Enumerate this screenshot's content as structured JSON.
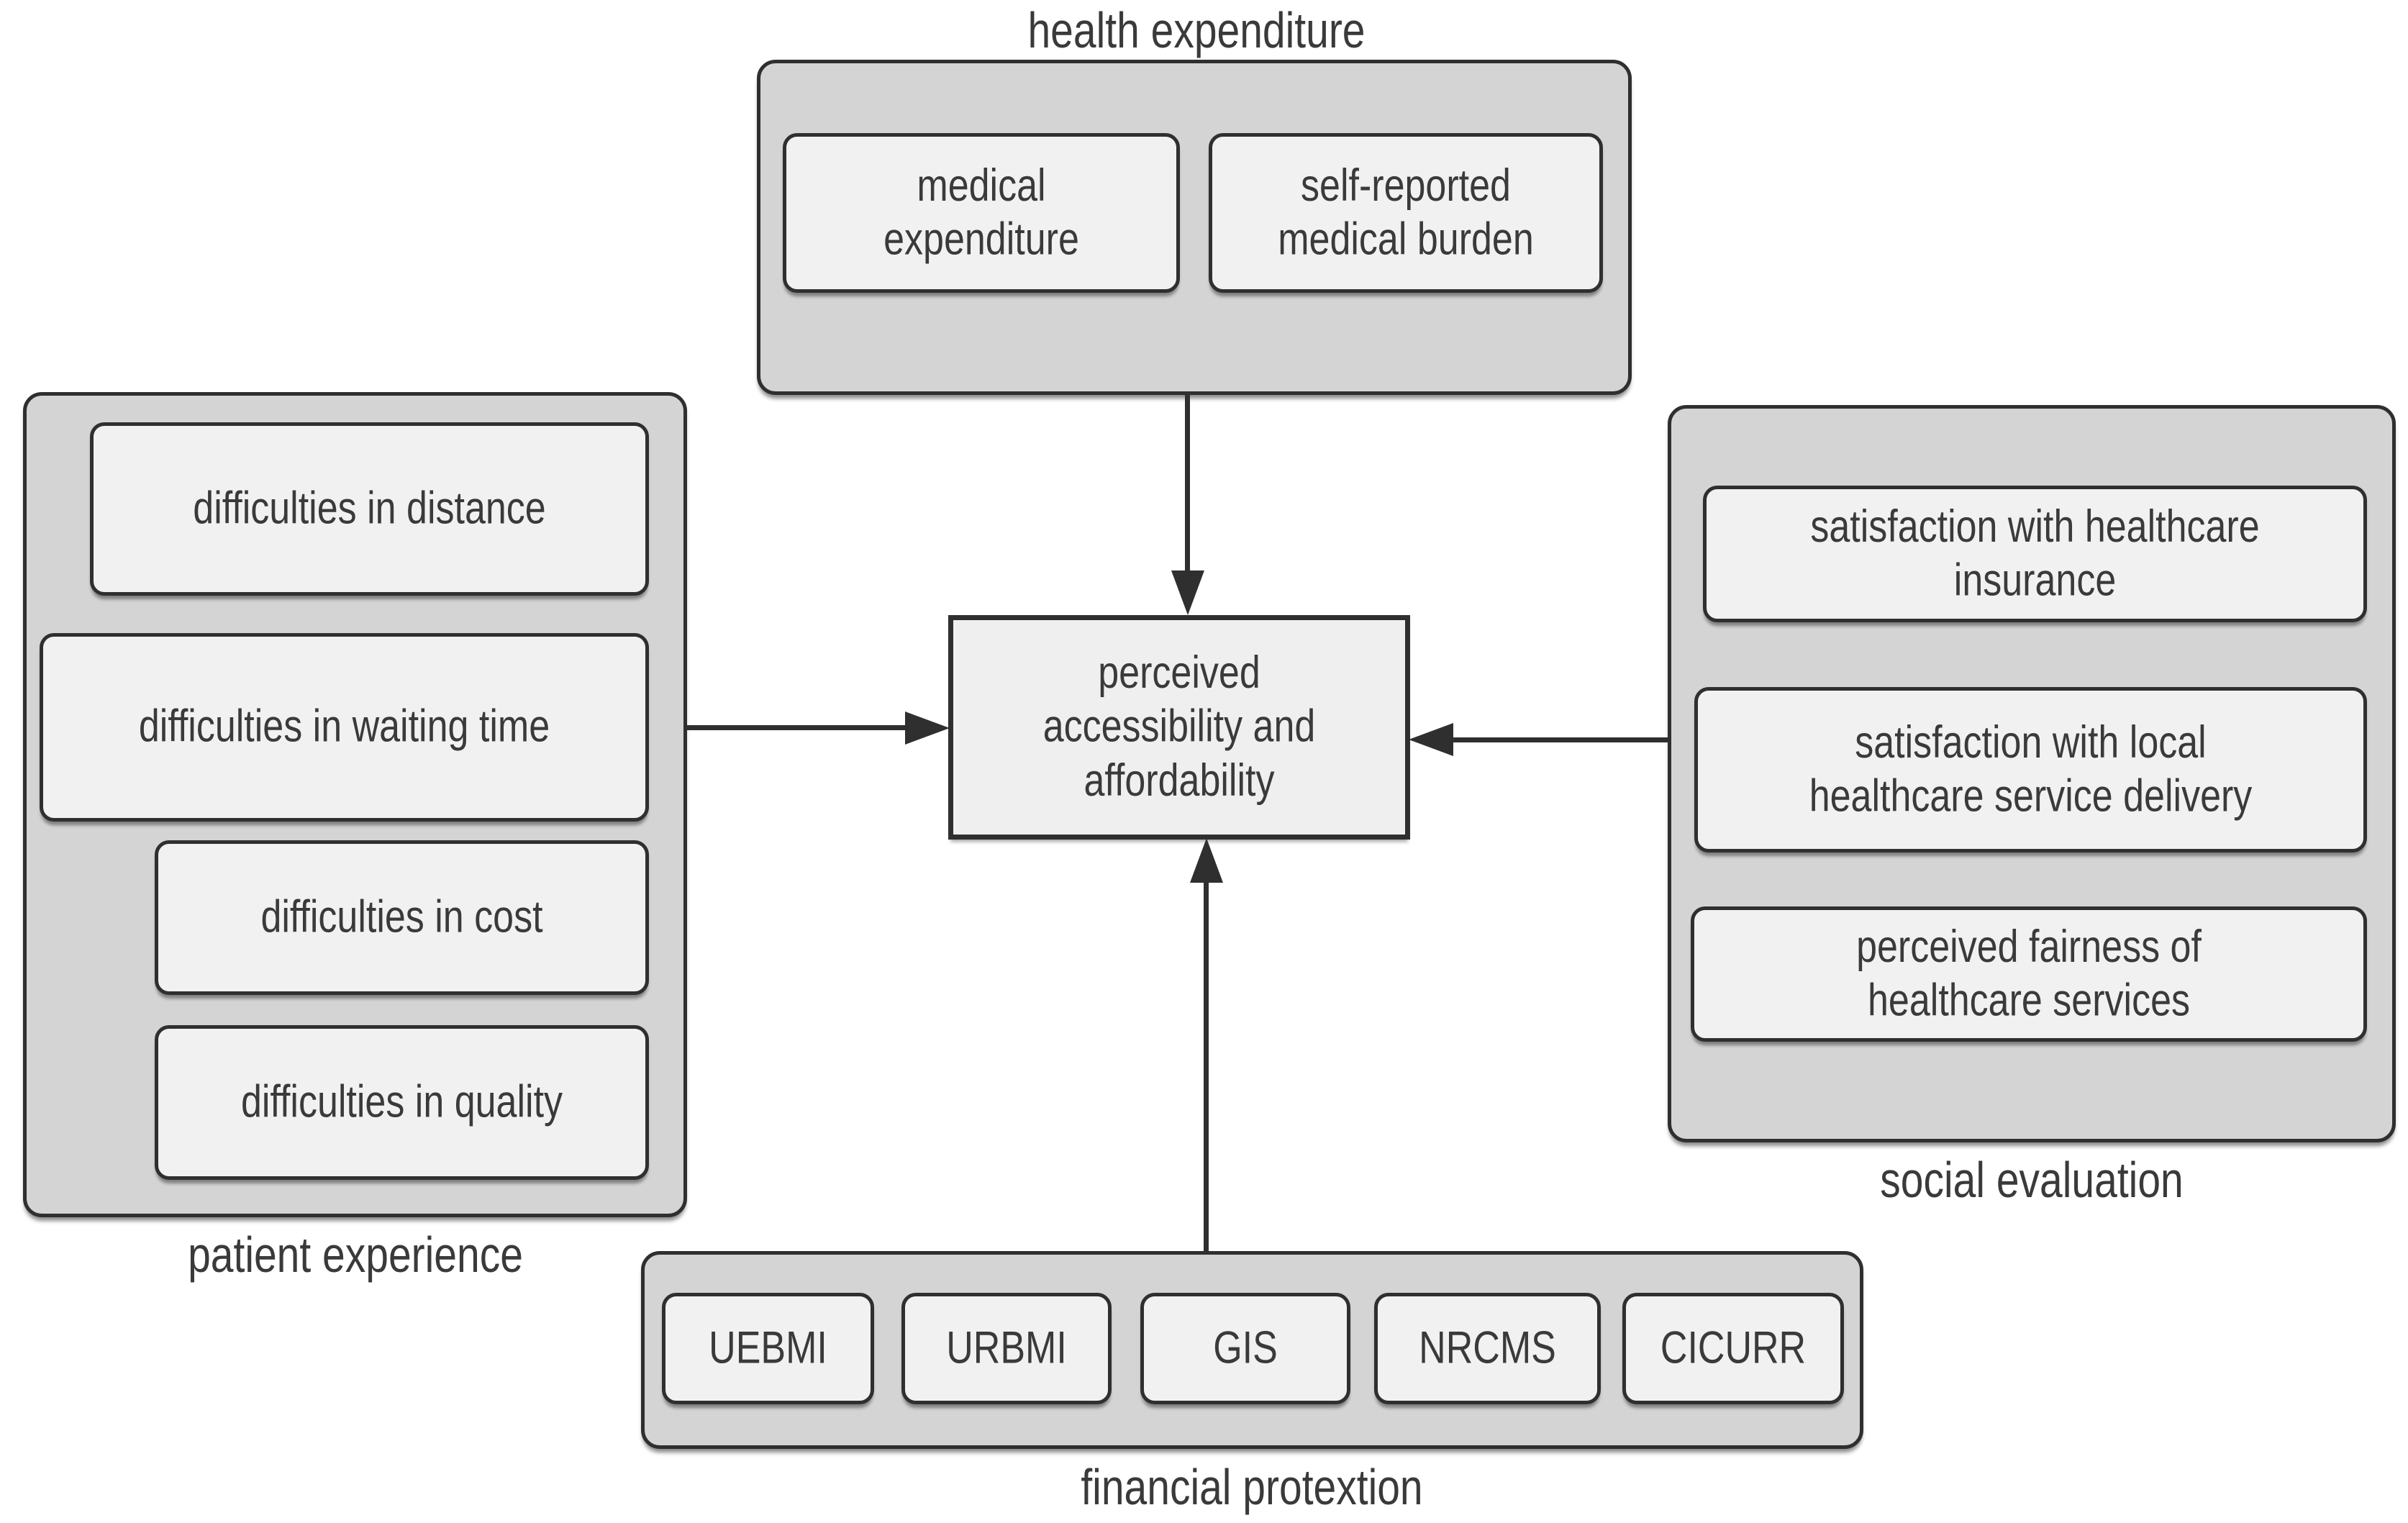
{
  "center": {
    "label": "perceived\naccessibility and\naffordability"
  },
  "groups": {
    "health_expenditure": {
      "label": "health expenditure",
      "items": [
        "medical\nexpenditure",
        "self-reported\nmedical burden"
      ]
    },
    "patient_experience": {
      "label": "patient experience",
      "items": [
        "difficulties in distance",
        "difficulties in waiting time",
        "difficulties in cost",
        "difficulties in quality"
      ]
    },
    "social_evaluation": {
      "label": "social evaluation",
      "items": [
        "satisfaction with healthcare\ninsurance",
        "satisfaction with local\nhealthcare service delivery",
        "perceived fairness of\nhealthcare services"
      ]
    },
    "financial_protection": {
      "label": "financial protextion",
      "items": [
        "UEBMI",
        "URBMI",
        "GIS",
        "NRCMS",
        "CICURR"
      ]
    }
  },
  "colors": {
    "container_fill": "#d4d4d4",
    "box_fill": "#f1f1f1",
    "center_fill": "#efefef",
    "border": "#2f2f2f",
    "text": "#3a3a3a",
    "arrow": "#2f2f2f",
    "background": "#ffffff"
  }
}
